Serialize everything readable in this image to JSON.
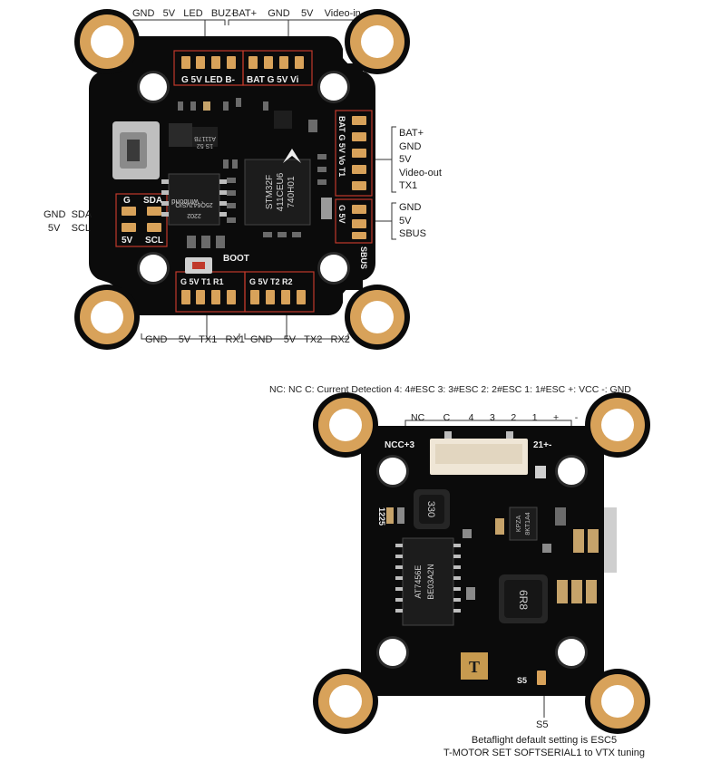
{
  "top_board": {
    "top_left_labels": [
      "GND",
      "5V",
      "LED",
      "BUZ-"
    ],
    "top_right_labels": [
      "BAT+",
      "GND",
      "5V",
      "Video-in"
    ],
    "right_upper_labels": [
      "BAT+",
      "GND",
      "5V",
      "Video-out",
      "TX1"
    ],
    "right_lower_labels": [
      "GND",
      "5V",
      "SBUS"
    ],
    "left_labels_row1": [
      "GND",
      "SDA"
    ],
    "left_labels_row2": [
      "5V",
      "SCL"
    ],
    "bottom_left_labels": [
      "GND",
      "5V",
      "TX1",
      "RX1"
    ],
    "bottom_right_labels": [
      "GND",
      "5V",
      "TX2",
      "RX2"
    ],
    "silk": {
      "top_left_pads": "G 5V LED B-",
      "top_right_pads": "BAT G 5V Vi",
      "right_pads_upper": "BAT G 5V Vo T1",
      "right_pads_lower": "G 5V",
      "sbus": "SBUS",
      "left_g": "G",
      "left_sda": "SDA",
      "left_5v": "5V",
      "left_scl": "SCL",
      "boot": "BOOT",
      "bottom_left_pads": "G 5V T1 R1",
      "bottom_right_pads": "G 5V T2 R2",
      "mcu_line1": "STM32F",
      "mcu_line2": "411CEU6",
      "mcu_line3": "740H01",
      "flash_line1": "winbond",
      "flash_line2": "25Q64JVSIQ",
      "flash_line3": "2202",
      "reg_line1": "A1117B",
      "reg_line2": "1S 52"
    }
  },
  "bottom_board": {
    "legend": "NC: NC  C: Current Detection  4: 4#ESC  3: 3#ESC   2: 2#ESC  1: 1#ESC  +: VCC  -: GND",
    "connector_labels": [
      "NC",
      "C",
      "4",
      "3",
      "2",
      "1",
      "+",
      "-"
    ],
    "silk_connector_left": "NCC+3",
    "silk_connector_right": "21+-",
    "silk_side": "1225",
    "inductor_label": "330",
    "osd_line1": "AT7456E",
    "osd_line2": "BE03A2N",
    "inductor2_label": "6R8",
    "ic_small_line1": "KPZA",
    "ic_small_line2": "8KT1A4",
    "s5_silk": "S5",
    "s5_label": "S5",
    "note_line1": "Betaflight default setting is ESC5",
    "note_line2": "T-MOTOR SET SOFTSERIAL1 to VTX tuning"
  },
  "colors": {
    "pcb": "#0b0b0b",
    "pad_gold": "#d8a25a",
    "pad_ring": "#c98f4a",
    "silk_white": "#eeeeee",
    "callout_red": "#c0392b",
    "label_text": "#222222"
  }
}
